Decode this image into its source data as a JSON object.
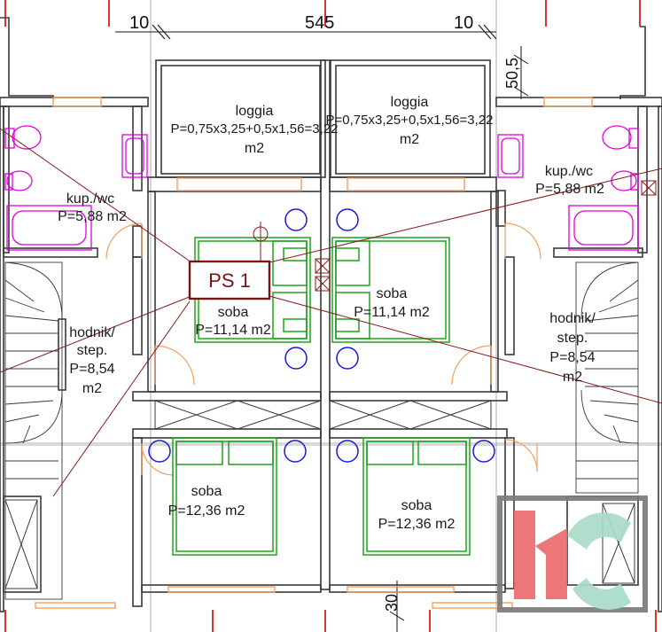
{
  "dimensions": {
    "top_left": "10",
    "top_center": "545",
    "top_right": "10",
    "right_upper": "50,5",
    "bottom_center": "30"
  },
  "rooms": {
    "loggia_left": {
      "name": "loggia",
      "area": "P=0,75x3,25+0,5x1,56=3,22",
      "unit": "m2"
    },
    "loggia_right": {
      "name": "loggia",
      "area": "P=0,75x3,25+0,5x1,56=3,22",
      "unit": "m2"
    },
    "kup_left": {
      "name": "kup./wc",
      "area": "P=5,88 m2"
    },
    "kup_right": {
      "name": "kup./wc",
      "area": "P=5,88 m2"
    },
    "hodnik_left": {
      "line1": "hodnik/",
      "line2": "step.",
      "line3": "P=8,54",
      "line4": "m2"
    },
    "hodnik_right": {
      "line1": "hodnik/",
      "line2": "step.",
      "line3": "P=8,54",
      "line4": "m2"
    },
    "soba_mid_left": {
      "name": "soba",
      "area": "P=11,14 m2"
    },
    "soba_mid_right": {
      "name": "soba",
      "area": "P=11,14 m2"
    },
    "soba_bottom_left": {
      "name": "soba",
      "area": "P=12,36 m2"
    },
    "soba_bottom_right": {
      "name": "soba",
      "area": "P=12,36 m2"
    }
  },
  "section_marker": {
    "label": "PS 1"
  },
  "colors": {
    "wall": "#3a3a3a",
    "bathroom_fixture": "#e000e0",
    "bed": "#1fa31f",
    "light": "#1a1ad6",
    "section_line": "#8b1a1a",
    "window_sill": "#f0a060",
    "logo_red": "#ec6b70",
    "logo_teal": "#a9dcc8",
    "logo_frame": "#7a7a7a"
  }
}
